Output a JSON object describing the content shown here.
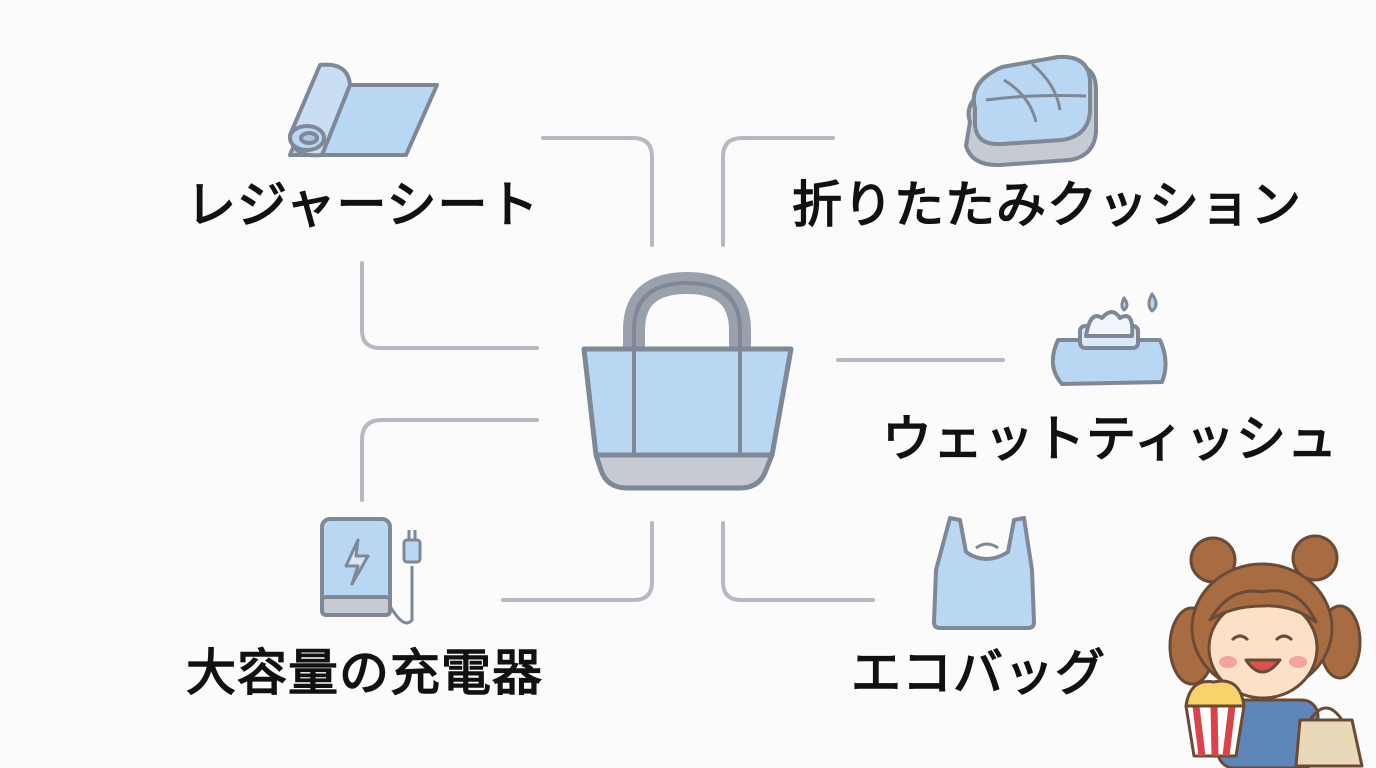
{
  "center": {
    "icon": "tote-bag-icon"
  },
  "items": [
    {
      "label": "レジャーシート",
      "icon": "leisure-sheet-icon"
    },
    {
      "label": "折りたたみクッション",
      "icon": "folded-cushion-icon"
    },
    {
      "label": "ウェットティッシュ",
      "icon": "wet-tissue-icon"
    },
    {
      "label": "大容量の充電器",
      "icon": "power-bank-icon"
    },
    {
      "label": "エコバッグ",
      "icon": "eco-bag-icon"
    }
  ],
  "mascot": {
    "icon": "girl-with-popcorn-icon"
  },
  "colors": {
    "icon_fill": "#b9d6f2",
    "icon_stroke": "#7f8896",
    "connector": "#b4bac4",
    "bag_bottom": "#c6cad2",
    "text": "#111111"
  }
}
